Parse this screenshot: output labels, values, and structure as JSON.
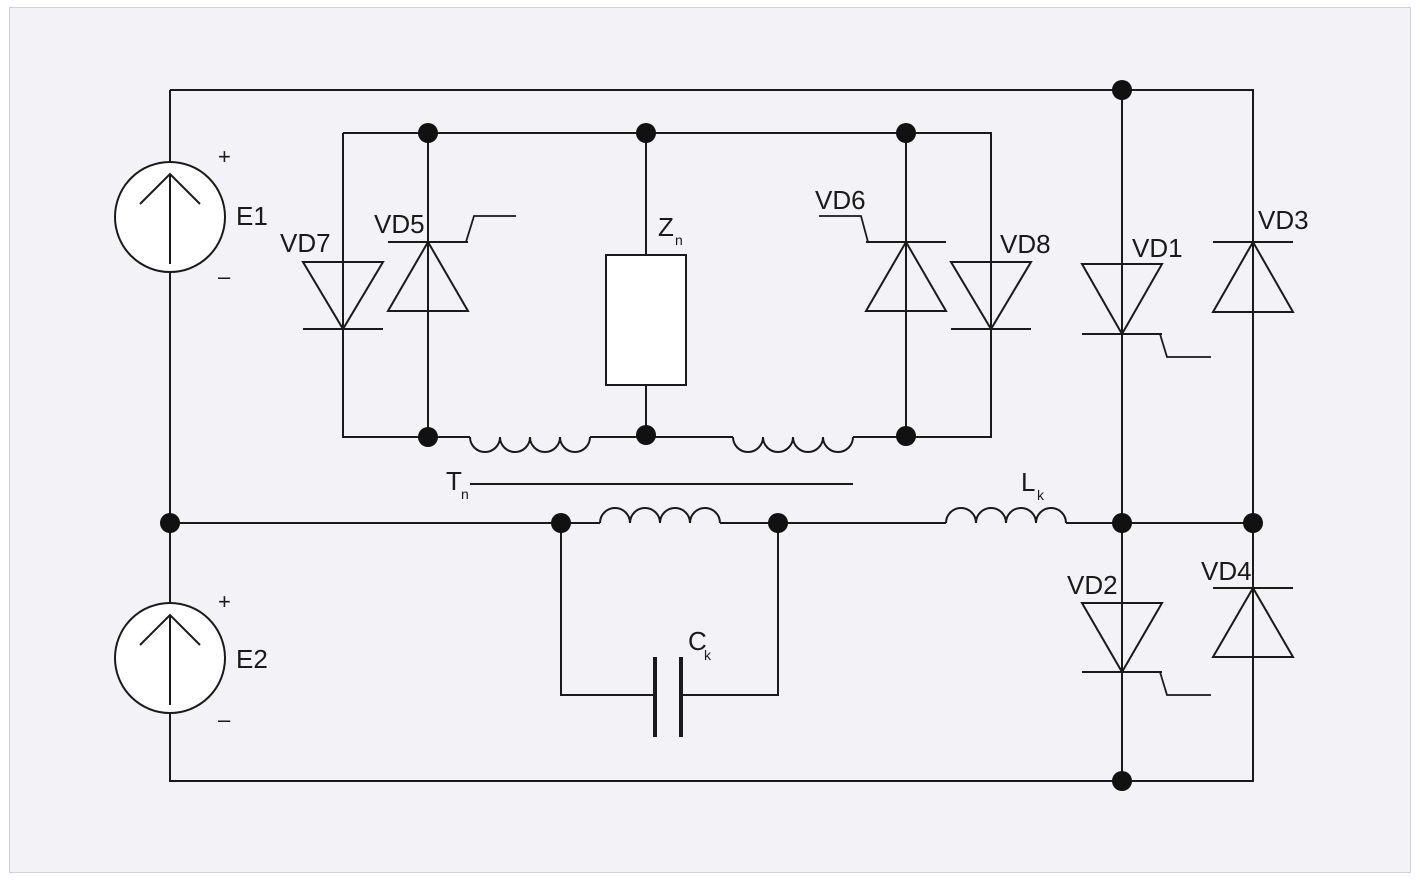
{
  "sources": {
    "e1": {
      "label": "E1",
      "plus": "+",
      "minus": "–"
    },
    "e2": {
      "label": "E2",
      "plus": "+",
      "minus": "–"
    }
  },
  "diodes": {
    "vd1": "VD1",
    "vd2": "VD2",
    "vd3": "VD3",
    "vd4": "VD4",
    "vd5": "VD5",
    "vd6": "VD6",
    "vd7": "VD7",
    "vd8": "VD8"
  },
  "load": {
    "main": "Z",
    "sub": "n"
  },
  "transformer": {
    "main": "T",
    "sub": "n"
  },
  "inductor": {
    "main": "L",
    "sub": "k"
  },
  "capacitor": {
    "main": "C",
    "sub": "k"
  },
  "colors": {
    "background": "#f2f2f7",
    "wire": "#1a1a1a",
    "border": "#cfcfd6"
  }
}
